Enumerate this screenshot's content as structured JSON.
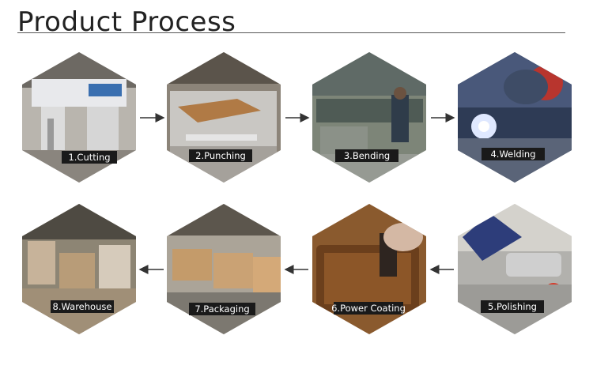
{
  "title": "Product Process",
  "steps": [
    {
      "label": "1.Cutting",
      "icon": "cutting-machine-photo"
    },
    {
      "label": "2.Punching",
      "icon": "punching-machine-photo"
    },
    {
      "label": "3.Bending",
      "icon": "bending-workshop-photo"
    },
    {
      "label": "4.Welding",
      "icon": "welding-photo"
    },
    {
      "label": "5.Polishing",
      "icon": "polishing-photo"
    },
    {
      "label": "6.Power Coating",
      "icon": "power-coating-photo"
    },
    {
      "label": "7.Packaging",
      "icon": "packaging-photo"
    },
    {
      "label": "8.Warehouse",
      "icon": "warehouse-photo"
    }
  ],
  "colors": {
    "label_bg": "#1a1a1a",
    "arrow": "#333333",
    "rule": "#555555"
  }
}
